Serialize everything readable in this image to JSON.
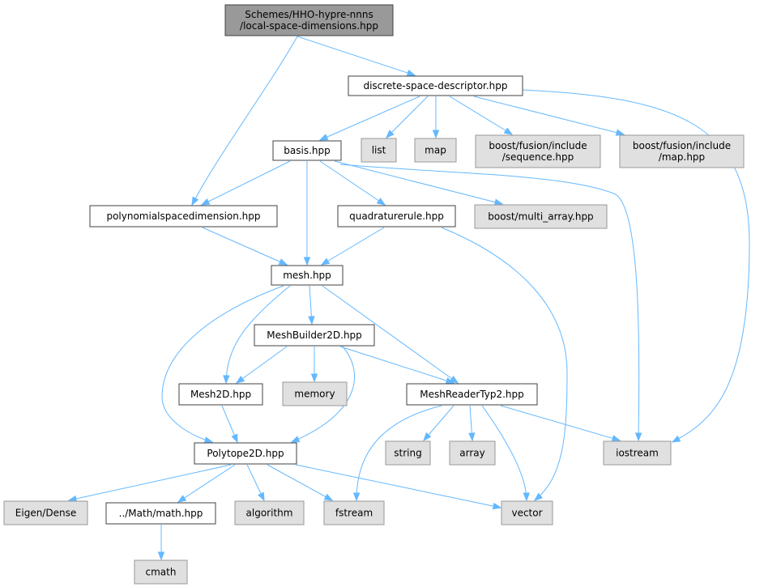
{
  "graph": {
    "nodes": {
      "root": {
        "lines": [
          "Schemes/HHO-hypre-nnns",
          "/local-space-dimensions.hpp"
        ],
        "style": "root"
      },
      "dsd": {
        "lines": [
          "discrete-space-descriptor.hpp"
        ],
        "style": "file"
      },
      "basis": {
        "lines": [
          "basis.hpp"
        ],
        "style": "file"
      },
      "list": {
        "lines": [
          "list"
        ],
        "style": "external"
      },
      "map": {
        "lines": [
          "map"
        ],
        "style": "external"
      },
      "bfseq": {
        "lines": [
          "boost/fusion/include",
          "/sequence.hpp"
        ],
        "style": "external"
      },
      "bfmap": {
        "lines": [
          "boost/fusion/include",
          "/map.hpp"
        ],
        "style": "external"
      },
      "psd": {
        "lines": [
          "polynomialspacedimension.hpp"
        ],
        "style": "file"
      },
      "quad": {
        "lines": [
          "quadraturerule.hpp"
        ],
        "style": "file"
      },
      "bma": {
        "lines": [
          "boost/multi_array.hpp"
        ],
        "style": "external"
      },
      "mesh": {
        "lines": [
          "mesh.hpp"
        ],
        "style": "file"
      },
      "mb2d": {
        "lines": [
          "MeshBuilder2D.hpp"
        ],
        "style": "file"
      },
      "m2d": {
        "lines": [
          "Mesh2D.hpp"
        ],
        "style": "file"
      },
      "memory": {
        "lines": [
          "memory"
        ],
        "style": "external"
      },
      "mrt2": {
        "lines": [
          "MeshReaderTyp2.hpp"
        ],
        "style": "file"
      },
      "p2d": {
        "lines": [
          "Polytope2D.hpp"
        ],
        "style": "file"
      },
      "string": {
        "lines": [
          "string"
        ],
        "style": "external"
      },
      "array": {
        "lines": [
          "array"
        ],
        "style": "external"
      },
      "iostream": {
        "lines": [
          "iostream"
        ],
        "style": "external"
      },
      "eigen": {
        "lines": [
          "Eigen/Dense"
        ],
        "style": "external"
      },
      "mathh": {
        "lines": [
          "../Math/math.hpp"
        ],
        "style": "file"
      },
      "algorithm": {
        "lines": [
          "algorithm"
        ],
        "style": "external"
      },
      "fstream": {
        "lines": [
          "fstream"
        ],
        "style": "external"
      },
      "vector": {
        "lines": [
          "vector"
        ],
        "style": "external"
      },
      "cmath": {
        "lines": [
          "cmath"
        ],
        "style": "external"
      }
    },
    "edges": [
      [
        "root",
        "dsd"
      ],
      [
        "root",
        "psd"
      ],
      [
        "dsd",
        "basis"
      ],
      [
        "dsd",
        "list"
      ],
      [
        "dsd",
        "map"
      ],
      [
        "dsd",
        "bfseq"
      ],
      [
        "dsd",
        "bfmap"
      ],
      [
        "dsd",
        "iostream"
      ],
      [
        "basis",
        "psd"
      ],
      [
        "basis",
        "mesh"
      ],
      [
        "basis",
        "quad"
      ],
      [
        "basis",
        "bma"
      ],
      [
        "basis",
        "iostream"
      ],
      [
        "psd",
        "mesh"
      ],
      [
        "quad",
        "mesh"
      ],
      [
        "quad",
        "vector"
      ],
      [
        "mesh",
        "mb2d"
      ],
      [
        "mesh",
        "m2d"
      ],
      [
        "mesh",
        "p2d"
      ],
      [
        "mesh",
        "mrt2"
      ],
      [
        "mb2d",
        "m2d"
      ],
      [
        "mb2d",
        "memory"
      ],
      [
        "mb2d",
        "mrt2"
      ],
      [
        "mb2d",
        "p2d"
      ],
      [
        "m2d",
        "p2d"
      ],
      [
        "mrt2",
        "fstream"
      ],
      [
        "mrt2",
        "string"
      ],
      [
        "mrt2",
        "array"
      ],
      [
        "mrt2",
        "vector"
      ],
      [
        "mrt2",
        "iostream"
      ],
      [
        "p2d",
        "eigen"
      ],
      [
        "p2d",
        "mathh"
      ],
      [
        "p2d",
        "algorithm"
      ],
      [
        "p2d",
        "fstream"
      ],
      [
        "p2d",
        "vector"
      ],
      [
        "mathh",
        "cmath"
      ]
    ]
  },
  "colors": {
    "root_fill": "#999999",
    "file_fill": "#ffffff",
    "external_fill": "#e0e0e0",
    "file_stroke": "#404040",
    "external_stroke": "#999999",
    "edge": "#63b8ff"
  }
}
